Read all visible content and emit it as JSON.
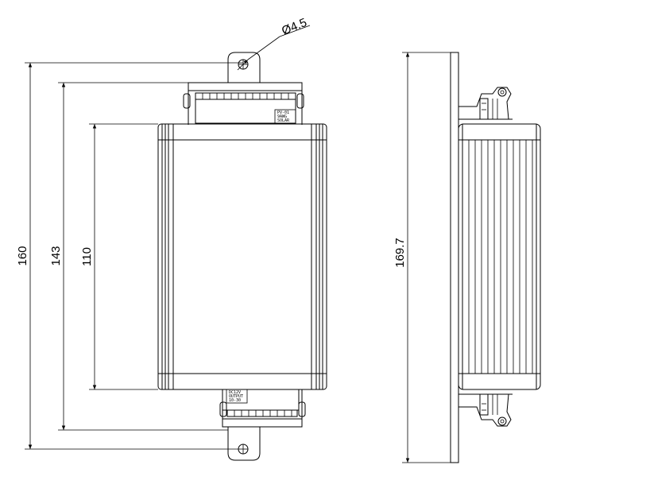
{
  "dimensions": {
    "overall_height": "160",
    "mount_hole_spacing": "143",
    "body_height": "110",
    "hole_diameter": "Ø4.5",
    "side_height": "169.7"
  },
  "labels": {
    "top_terminal_label_lines": [
      "PV-01",
      "9AWG",
      "SOLAR"
    ],
    "bottom_terminal_label_lines": [
      "DC12V",
      "OUTPUT",
      "10-30"
    ]
  }
}
